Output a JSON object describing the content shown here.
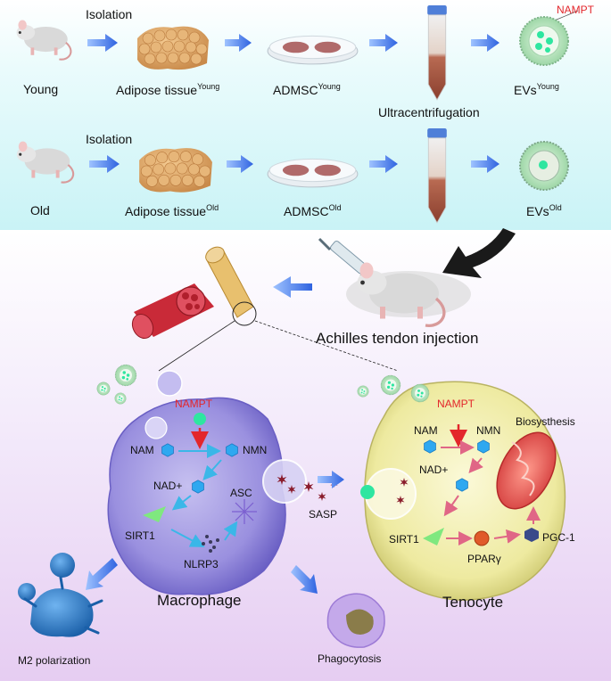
{
  "top": {
    "young": {
      "subject": "Young",
      "step_isolation": "Isolation",
      "tissue": "Adipose tissue",
      "tissue_sup": "Young",
      "cells": "ADMSC",
      "cells_sup": "Young",
      "evs": "EVs",
      "evs_sup": "Young",
      "nampt": "NAMPT"
    },
    "centrifuge": "Ultracentrifugation",
    "old": {
      "subject": "Old",
      "step_isolation": "Isolation",
      "tissue": "Adipose tissue",
      "tissue_sup": "Old",
      "cells": "ADMSC",
      "cells_sup": "Old",
      "evs": "EVs",
      "evs_sup": "Old"
    }
  },
  "injection": "Achilles tendon injection",
  "macrophage": {
    "title": "Macrophage",
    "nampt": "NAMPT",
    "nam": "NAM",
    "nmn": "NMN",
    "nad": "NAD+",
    "asc": "ASC",
    "sirt1": "SIRT1",
    "nlrp3": "NLRP3",
    "sasp": "SASP",
    "m2": "M2 polarization",
    "phagocytosis": "Phagocytosis"
  },
  "tenocyte": {
    "title": "Tenocyte",
    "nampt": "NAMPT",
    "nam": "NAM",
    "nmn": "NMN",
    "nad": "NAD+",
    "biosynthesis": "Biosysthesis",
    "sirt1": "SIRT1",
    "ppar": "PPARγ",
    "pgc": "PGC-1"
  },
  "colors": {
    "arrow_blue": "#2f63e0",
    "accent_red": "#e3262b",
    "ev_green": "#2ee6a0",
    "macrophage_purple": "#8a7fd6",
    "tenocyte_yellow": "#f3f0a0"
  }
}
